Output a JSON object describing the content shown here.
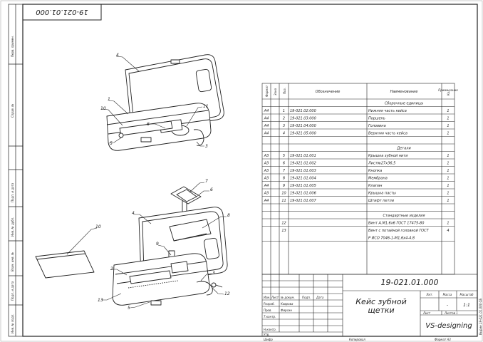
{
  "drawing_number_top": "19-021.01.000",
  "left_strip": [
    "Перв. примен.",
    "Справ. №",
    "Подп. и дата",
    "Инв. № дубл.",
    "Взам. инв. №",
    "Подп. и дата",
    "Инв. № подл."
  ],
  "spec_headers": {
    "format": "Формат",
    "zone": "Зона",
    "pos": "Поз.",
    "designation": "Обозначение",
    "name": "Наименование",
    "qty": "Кол.",
    "note": "Приме-чание"
  },
  "spec_rows": [
    {
      "kind": "section",
      "name": "Сборочные единицы"
    },
    {
      "kind": "item",
      "fmt": "A4",
      "pos": "1",
      "des": "19-021.02.000",
      "name": "Нижняя часть кейса",
      "qty": "1"
    },
    {
      "kind": "item",
      "fmt": "A4",
      "pos": "2",
      "des": "19-021.03.000",
      "name": "Поршень",
      "qty": "1"
    },
    {
      "kind": "item",
      "fmt": "A4",
      "pos": "3",
      "des": "19-021.04.000",
      "name": "Головина",
      "qty": "1"
    },
    {
      "kind": "item",
      "fmt": "A4",
      "pos": "4",
      "des": "19-021.05.000",
      "name": "Верхняя часть кейса",
      "qty": "1"
    },
    {
      "kind": "blank"
    },
    {
      "kind": "section",
      "name": "Детали"
    },
    {
      "kind": "item",
      "fmt": "A3",
      "pos": "5",
      "des": "19-021.01.001",
      "name": "Крышка зубной нити",
      "qty": "1"
    },
    {
      "kind": "item",
      "fmt": "A3",
      "pos": "6",
      "des": "19-021.01.002",
      "name": "Лист№27х36,5",
      "qty": "1"
    },
    {
      "kind": "item",
      "fmt": "A3",
      "pos": "7",
      "des": "19-021.01.003",
      "name": "Кнопка",
      "qty": "1"
    },
    {
      "kind": "item",
      "fmt": "A3",
      "pos": "8",
      "des": "19-021.01.004",
      "name": "Мембрана",
      "qty": "1"
    },
    {
      "kind": "item",
      "fmt": "A4",
      "pos": "9",
      "des": "19-021.01.005",
      "name": "Клапан",
      "qty": "1"
    },
    {
      "kind": "item",
      "fmt": "A3",
      "pos": "10",
      "des": "19-021.01.006",
      "name": "Крышка пасты",
      "qty": "1"
    },
    {
      "kind": "item",
      "fmt": "A4",
      "pos": "11",
      "des": "19-021.01.007",
      "name": "Штифт петли",
      "qty": "1"
    },
    {
      "kind": "blank"
    },
    {
      "kind": "section",
      "name": "Стандартные изделия"
    },
    {
      "kind": "item",
      "fmt": "",
      "pos": "12",
      "des": "",
      "name": "Винт А.М1,6х6 ГОСТ 17475-80",
      "qty": "1"
    },
    {
      "kind": "item2",
      "fmt": "",
      "pos": "13",
      "des": "",
      "name": "Винт с потайной головкой ГОСТ",
      "name2": "Р ИСО 7046-1-М1,6х4-4.8",
      "qty": "4"
    }
  ],
  "title_block": {
    "code": "19-021.01.000",
    "name_line1": "Кейс зубной",
    "name_line2": "щетки",
    "lit": "Лит.",
    "mass": "Масса",
    "scale": "Масштаб",
    "mass_val": "-",
    "scale_val": "1:1",
    "sheet": "Лист",
    "sheets": "Листов 1",
    "org": "VS-designing",
    "role_cols": [
      "Изм.",
      "Лист",
      "№ докум.",
      "Подп.",
      "Дата"
    ],
    "roles": [
      "Разраб.",
      "Пров.",
      "Т.контр.",
      "",
      "Н.контр.",
      "Утв."
    ],
    "names": [
      "Коврова",
      "Фирсин",
      "",
      "",
      "",
      ""
    ]
  },
  "bottom": {
    "copied": "Копировал",
    "format": "Формат A3"
  },
  "bottom_left": "Шифр",
  "side_code": "Вырин 19-021.01.000 СБ",
  "balloons": [
    "4",
    "1",
    "10",
    "11",
    "6",
    "5",
    "3",
    "7",
    "6",
    "8",
    "4",
    "10",
    "9",
    "2",
    "3",
    "13",
    "5",
    "12"
  ]
}
